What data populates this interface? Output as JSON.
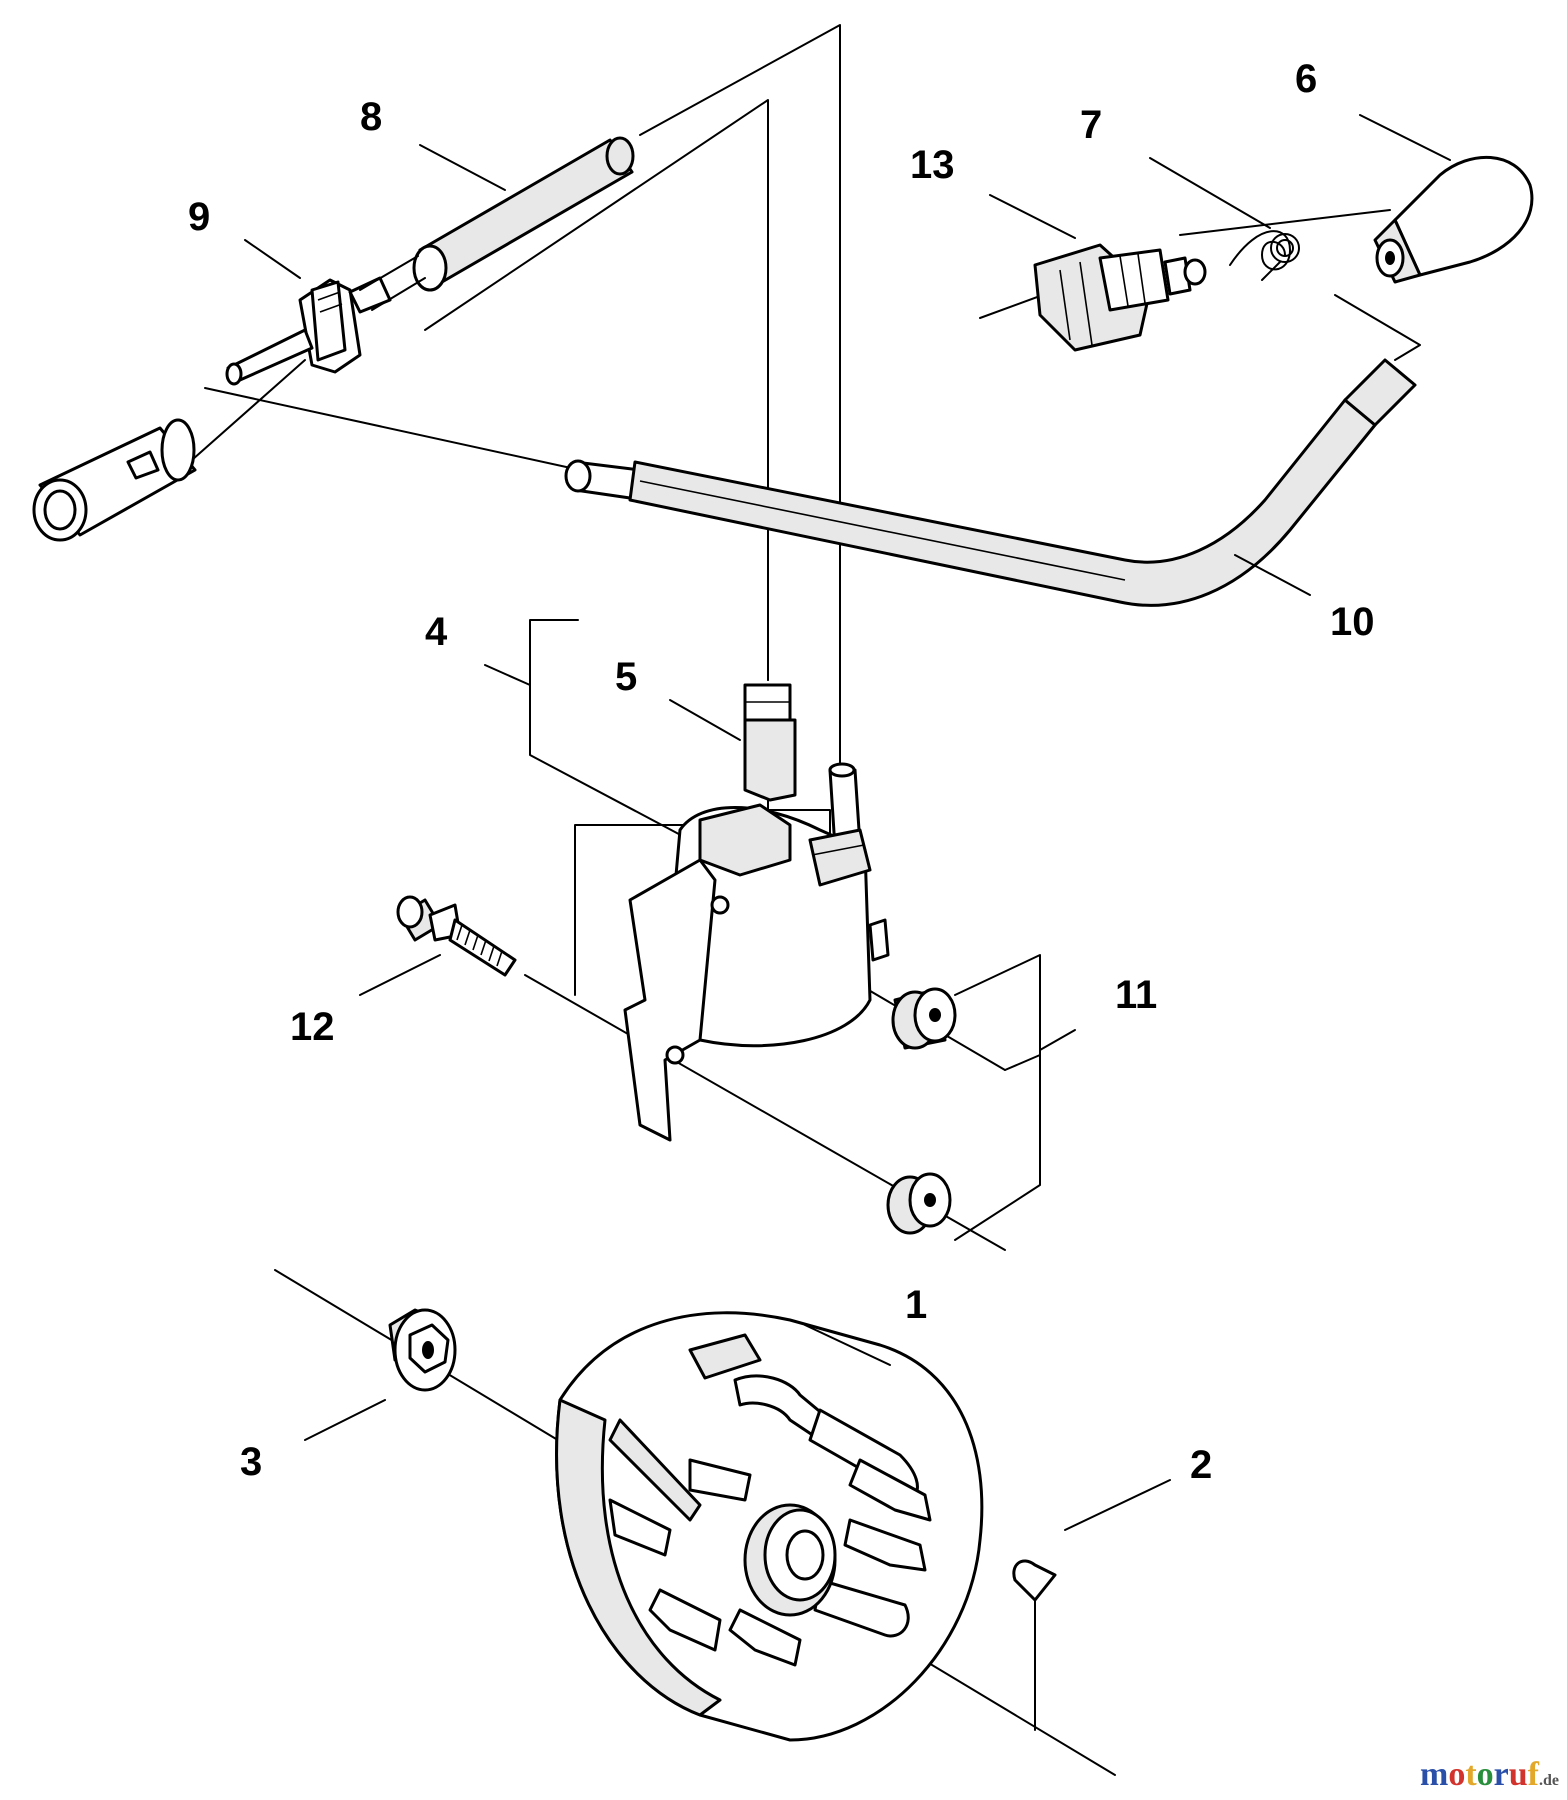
{
  "callouts": {
    "c1": "1",
    "c2": "2",
    "c3": "3",
    "c4": "4",
    "c5": "5",
    "c6": "6",
    "c7": "7",
    "c8": "8",
    "c9": "9",
    "c10": "10",
    "c11": "11",
    "c12": "12",
    "c13": "13"
  },
  "watermark": {
    "text": "motoruf",
    "suffix": ".de",
    "colors": [
      "#2a4fa8",
      "#d2332c",
      "#e3a82a",
      "#2a8f3c"
    ]
  }
}
